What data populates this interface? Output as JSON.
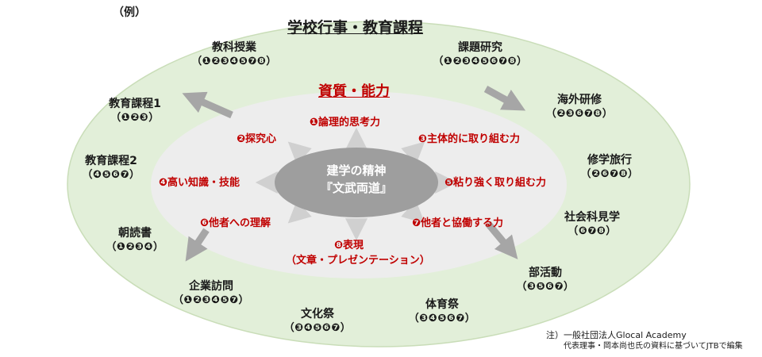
{
  "example_label": "（例）",
  "outer_title": "学校行事・教育課程",
  "inner_title": "資質・能力",
  "center": {
    "line1": "建学の精神",
    "line2": "『文武両道』"
  },
  "activities": [
    {
      "key": "kyoka",
      "title": "教科授業",
      "nums": "（❶❷❸❹❺❼❽）"
    },
    {
      "key": "kadai",
      "title": "課題研究",
      "nums": "（❶❷❸❹❺❻❼❽）"
    },
    {
      "key": "kaigai",
      "title": "海外研修",
      "nums": "（❷❸❻❼❽）"
    },
    {
      "key": "shugaku",
      "title": "修学旅行",
      "nums": "（❷❻❼❽）"
    },
    {
      "key": "shakai",
      "title": "社会科見学",
      "nums": "（❻❼❽）"
    },
    {
      "key": "bukatsu",
      "title": "部活動",
      "nums": "（❸❺❻❼）"
    },
    {
      "key": "taiiku",
      "title": "体育祭",
      "nums": "（❸❹❺❻❼）"
    },
    {
      "key": "bunka",
      "title": "文化祭",
      "nums": "（❸❹❺❻❼）"
    },
    {
      "key": "kigyo",
      "title": "企業訪問",
      "nums": "（❶❷❸❹❺❼）"
    },
    {
      "key": "chodoku",
      "title": "朝読書",
      "nums": "（❶❷❸❹）"
    },
    {
      "key": "katei2",
      "title": "教育課程2",
      "nums": "（❹❺❻❼）"
    },
    {
      "key": "katei1",
      "title": "教育課程1",
      "nums": "（❶❷❸）"
    }
  ],
  "qualities": [
    {
      "key": "q1",
      "text": "❶論理的思考力"
    },
    {
      "key": "q2",
      "text": "❷探究心"
    },
    {
      "key": "q3",
      "text": "❸主体的に取り組む力"
    },
    {
      "key": "q4",
      "text": "❹高い知識・技能"
    },
    {
      "key": "q5",
      "text": "❺粘り強く取り組む力"
    },
    {
      "key": "q6",
      "text": "❻他者への理解"
    },
    {
      "key": "q7",
      "text": "❼他者と協働する力"
    },
    {
      "key": "q8a",
      "text": "❽表現"
    },
    {
      "key": "q8b",
      "text": "（文章・プレゼンテーション）"
    }
  ],
  "note": {
    "line1": "注）一般社団法人Glocal Academy",
    "line2": "代表理事・岡本尚也氏の資料に基づいてJTBで編集"
  },
  "colors": {
    "outer_ellipse": "#e2efd9",
    "outer_border": "#c9ddb8",
    "inner_ellipse": "#ededed",
    "center_ellipse": "#9e9e9e",
    "arrow": "#a6a6a6",
    "accent_red": "#c00000"
  }
}
